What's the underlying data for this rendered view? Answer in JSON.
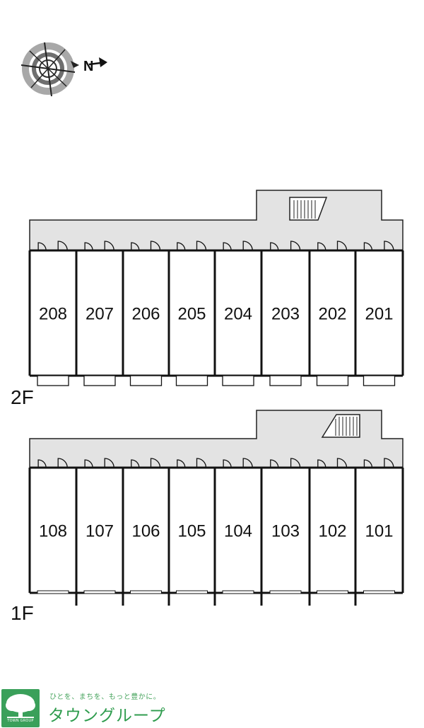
{
  "compass": {
    "north_label": "N"
  },
  "floors": [
    {
      "label": "2F",
      "units": [
        "208",
        "207",
        "206",
        "205",
        "204",
        "203",
        "202",
        "201"
      ]
    },
    {
      "label": "1F",
      "units": [
        "108",
        "107",
        "106",
        "105",
        "104",
        "103",
        "102",
        "101"
      ]
    }
  ],
  "footer": {
    "brand_small": "TOWN GROUP",
    "tagline": "ひとを、まちを、もっと豊かに。",
    "name": "タウングループ"
  },
  "colors": {
    "corridor": "#e3e3e3",
    "wall": "#1a1a1a",
    "brand_green": "#3aa05a",
    "compass_grey": "#9a9a9a"
  }
}
